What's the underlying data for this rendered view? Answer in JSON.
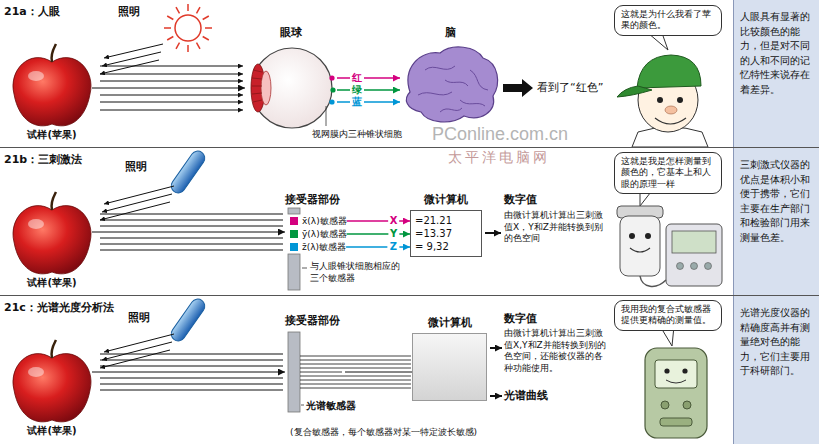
{
  "diagram": {
    "nodes": [
      {
        "text": [
          "21a：人眼"
        ]
      },
      {
        "text": [
          "试样(苹果)"
        ],
        "in": 0
      },
      {
        "text": [
          "眼球"
        ],
        "in": 0
      },
      {
        "text": [
          "脑"
        ],
        "in": 0
      },
      {
        "text": [
          "这就是为什么我看了苹果的颜色。"
        ],
        "in": 0
      },
      {
        "text": [
          "人眼具有显著的比较颜色的能力，但是对不同的人和不同的记忆特性来说存在着差异。"
        ],
        "in": 0
      },
      {
        "text": [
          "21b：三刺激法"
        ]
      },
      {
        "text": [
          "试样(苹果)"
        ],
        "in": 6
      },
      {
        "text": [
          "接受器部份"
        ],
        "in": 6
      },
      {
        "text": [
          "x̄(λ)敏感器"
        ],
        "in": 8
      },
      {
        "text": [
          "ȳ(λ)敏感器"
        ],
        "in": 8
      },
      {
        "text": [
          "z̄(λ)敏感器"
        ],
        "in": 8
      },
      {
        "text": [
          "微计算机",
          "=21.21",
          "=13.37",
          "= 9,32"
        ],
        "in": 6
      },
      {
        "text": [
          "这就是我是怎样测量到颜色的，它基本上和人眼的原理一样"
        ],
        "in": 6
      },
      {
        "text": [
          "三刺激式仪器的优点是体积小和便于携带，它们主要在生产部门和检验部门用来测量色差。"
        ],
        "in": 6
      },
      {
        "text": [
          "21c：光谱光度分析法"
        ]
      },
      {
        "text": [
          "试样(苹果)"
        ],
        "in": 15
      },
      {
        "text": [
          "接受器部份"
        ],
        "in": 15
      },
      {
        "text": [
          "微计算机"
        ],
        "in": 15
      },
      {
        "text": [
          "我用我的复合式敏感器提供更精确的测量值。"
        ],
        "in": 15
      },
      {
        "text": [
          "光谱光度仪器的精确度高并有测量绝对色的能力，它们主要用于科研部门。"
        ],
        "in": 15
      }
    ],
    "edges": [
      {
        "from": 1,
        "to": 2,
        "arrow": "to"
      },
      {
        "from": 2,
        "to": 3,
        "arrow": "to",
        "label": "红"
      },
      {
        "from": 2,
        "to": 3,
        "arrow": "to",
        "label": "绿"
      },
      {
        "from": 2,
        "to": 3,
        "arrow": "to",
        "label": "蓝"
      },
      {
        "from": 7,
        "to": 8,
        "arrow": "to"
      },
      {
        "from": 9,
        "to": 12,
        "arrow": "to",
        "label": "X"
      },
      {
        "from": 10,
        "to": 12,
        "arrow": "to",
        "label": "Y"
      },
      {
        "from": 11,
        "to": 12,
        "arrow": "to",
        "label": "Z"
      },
      {
        "from": 16,
        "to": 17,
        "arrow": "to"
      },
      {
        "from": 17,
        "to": 18,
        "arrow": "none"
      }
    ],
    "labels": [
      "照明",
      "看到了“红色”",
      "视网膜内三种锥状细胞",
      "PConline.com.cn",
      "太平洋电脑网",
      "照明",
      "与人眼锥状细胞相应的三个敏感器",
      "数字值",
      "由微计算机计算出三刺激值X，Y和Z并能转换到别的色空间",
      "照明",
      "数字值",
      "由微计算机计算出三刺激值X,Y和Z并能转换到别的色空间，还能被仪器的各种功能使用。",
      "光谱曲线",
      "光谱敏感器",
      "(复合敏感器，每个敏感器对某一特定波长敏感)"
    ]
  }
}
